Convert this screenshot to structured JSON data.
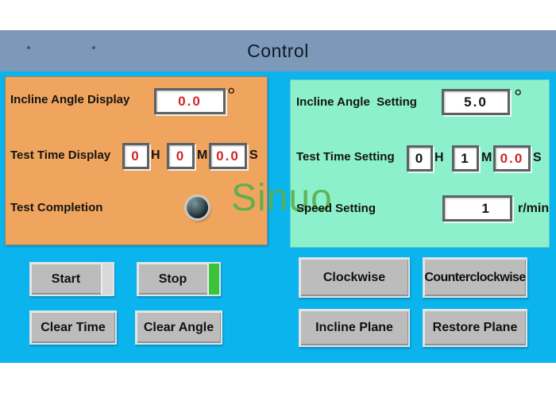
{
  "title_bar": {
    "title": "Control"
  },
  "display_panel": {
    "incline": {
      "label": "Incline Angle Display",
      "value": "0.0",
      "unit": "°"
    },
    "time": {
      "label": "Test Time Display",
      "hours": "0",
      "hours_unit": "H",
      "minutes": "0",
      "minutes_unit": "M",
      "seconds": "0.0",
      "seconds_unit": "S"
    },
    "completion": {
      "label": "Test Completion"
    }
  },
  "setting_panel": {
    "incline": {
      "label": "Incline Angle  Setting",
      "value": "5.0",
      "unit": "°"
    },
    "time": {
      "label": "Test Time Setting",
      "hours": "0",
      "hours_unit": "H",
      "minutes": "1",
      "minutes_unit": "M",
      "seconds": "0.0",
      "seconds_unit": "S"
    },
    "speed": {
      "label": "Speed Setting",
      "value": "1",
      "unit": "r/min"
    }
  },
  "watermark": {
    "text": "Sinuo",
    "color": "#58b04c"
  },
  "buttons": {
    "start": {
      "label": "Start",
      "lamp_color": "#d8d8d8"
    },
    "stop": {
      "label": "Stop",
      "lamp_color": "#3cc33c"
    },
    "clear_time": {
      "label": "Clear Time"
    },
    "clear_angle": {
      "label": "Clear Angle"
    },
    "clockwise": {
      "label": "Clockwise"
    },
    "counterclockwise": {
      "label": "Counterclockwise"
    },
    "incline_plane": {
      "label": "Incline Plane"
    },
    "restore_plane": {
      "label": "Restore Plane"
    }
  },
  "colors": {
    "background": "#0cb4ee",
    "title_bar": "#7d99ba",
    "display_panel": "#f0a55e",
    "setting_panel": "#8df0cc",
    "button_face": "#bcbcbc",
    "display_value_text": "#cf2727",
    "setting_value_text": "#141414",
    "stop_lamp_green": "#3cc33c"
  }
}
